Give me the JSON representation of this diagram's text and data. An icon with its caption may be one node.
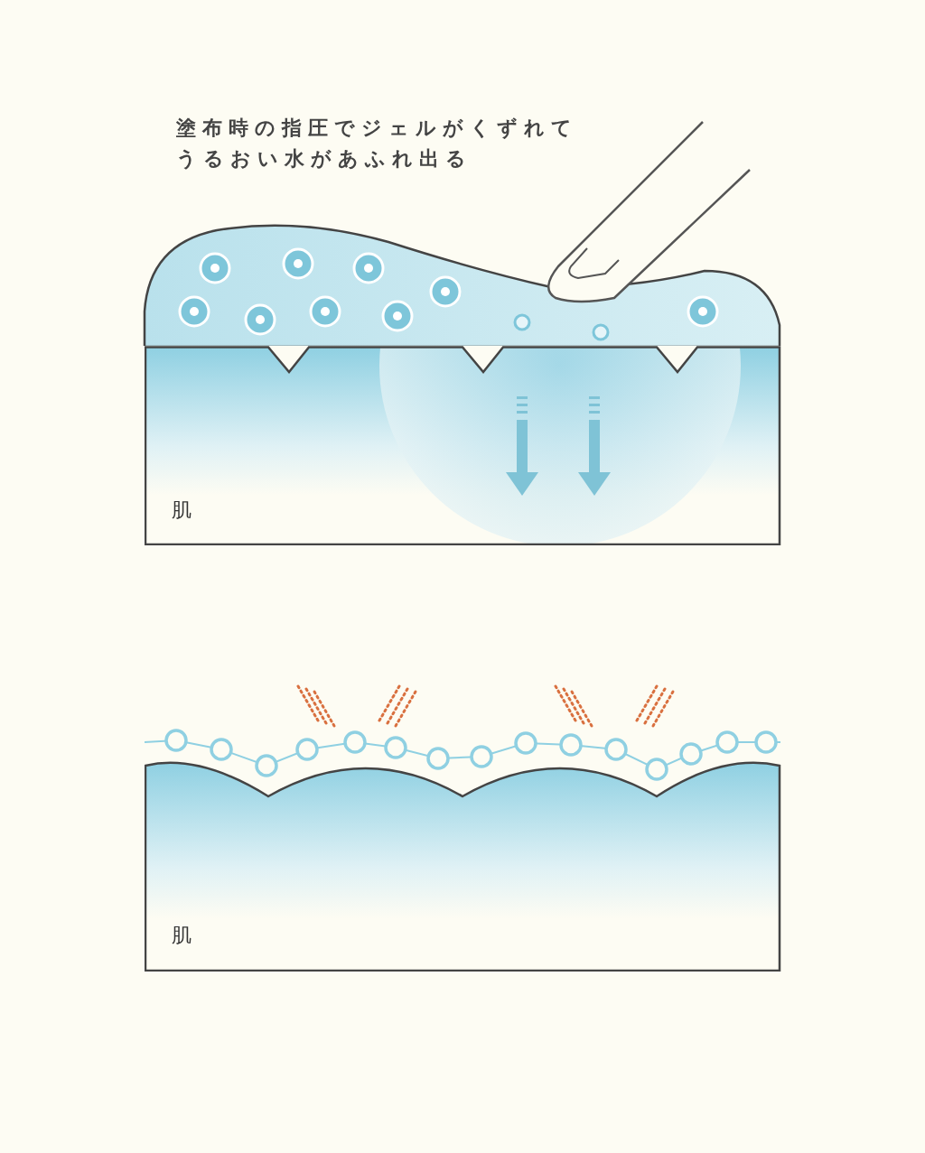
{
  "diagram": {
    "nodes": [
      {
        "text": [
          "肌"
        ]
      },
      {
        "text": [
          "肌"
        ]
      }
    ],
    "labels": [
      "塗布時の指圧でジェルがくずれてうるおい水があふれ出る"
    ]
  }
}
